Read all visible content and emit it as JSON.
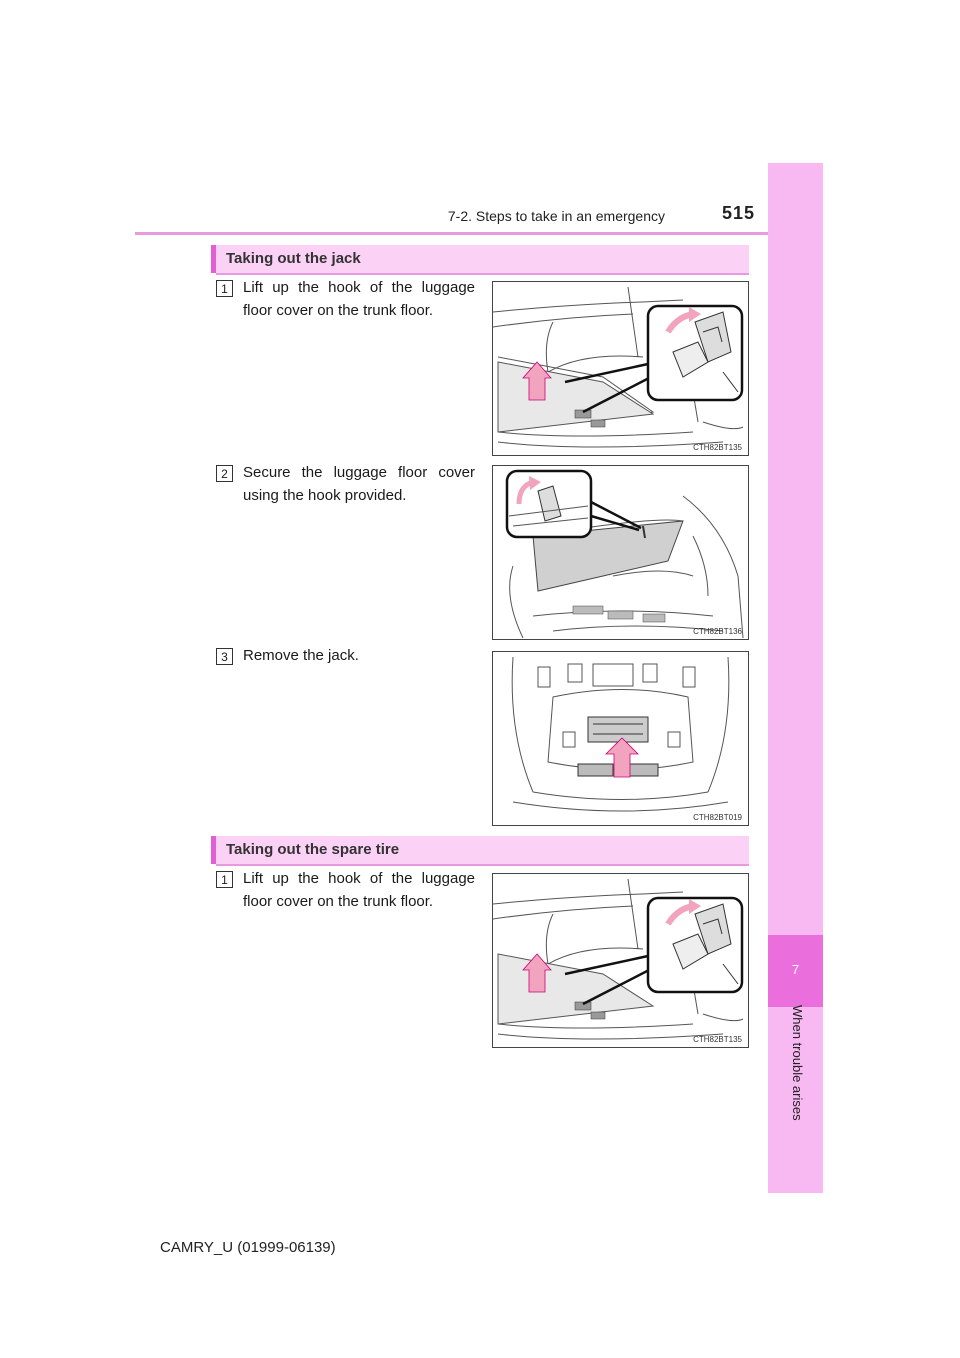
{
  "header": {
    "section_title": "7-2. Steps to take in an emergency",
    "page_number": "515"
  },
  "side_tab": {
    "chapter_number": "7",
    "chapter_title": "When trouble arises"
  },
  "sections": [
    {
      "title": "Taking out the jack",
      "steps": [
        {
          "num": "1",
          "text": "Lift up the hook of the luggage floor cover on the trunk floor.",
          "figure_code": "CTH82BT135"
        },
        {
          "num": "2",
          "text": "Secure the luggage floor cover using the hook provided.",
          "figure_code": "CTH82BT136"
        },
        {
          "num": "3",
          "text": "Remove the jack.",
          "figure_code": "CTH82BT019"
        }
      ]
    },
    {
      "title": "Taking out the spare tire",
      "steps": [
        {
          "num": "1",
          "text": "Lift up the hook of the luggage floor cover on the trunk floor.",
          "figure_code": "CTH82BT135"
        }
      ]
    }
  ],
  "footer": {
    "doc_id": "CAMRY_U (01999-06139)"
  },
  "colors": {
    "accent": "#e35fd3",
    "tab": "#f8b8f2",
    "bar": "#fbd1f5",
    "arrow": "#f2a3bd"
  }
}
